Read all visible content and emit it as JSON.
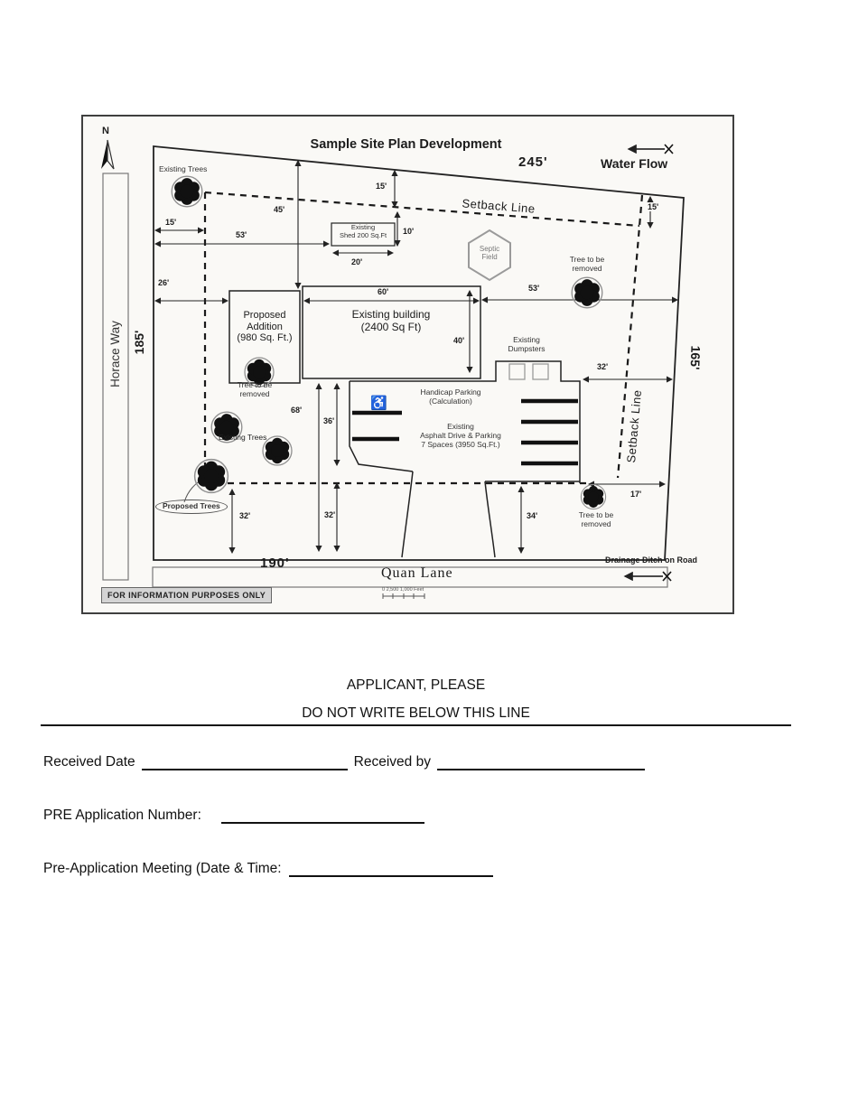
{
  "plan": {
    "title": "Sample Site Plan Development",
    "compass_n": "N",
    "streets": {
      "left": "Horace Way",
      "bottom": "Quan Lane"
    },
    "labels": {
      "water_flow": "Water Flow",
      "setback_top": "Setback Line",
      "setback_right": "Setback Line",
      "existing_trees_top": "Existing Trees",
      "existing_trees_mid": "Existing Trees",
      "proposed_trees": "Proposed Trees",
      "tree_removed_topright": "Tree to be\nremoved",
      "tree_removed_addition": "Tree to be\nremoved",
      "tree_removed_bottom": "Tree to be\nremoved",
      "shed": "Existing\nShed 200 Sq.Ft",
      "septic": "Septic\nField",
      "building": "Existing building\n(2400 Sq Ft)",
      "addition": "Proposed\nAddition\n(980 Sq. Ft.)",
      "dumpsters": "Existing\nDumpsters",
      "handicap": "Handicap Parking\n(Calculation)",
      "asphalt": "Existing\nAsphalt Drive & Parking\n7 Spaces (3950 Sq.Ft.)",
      "drainage": "Drainage Ditch on Road",
      "info_stamp": "FOR INFORMATION PURPOSES ONLY",
      "scale_text": "0   2,500 1,000 Feet"
    },
    "icons": {
      "handicap": "♿"
    },
    "dimensions": {
      "d245": "245'",
      "d190": "190'",
      "d185": "185'",
      "d165": "165'",
      "d15_top": "15'",
      "d15_left": "15'",
      "d15_right": "15'",
      "d45": "45'",
      "d53_left": "53'",
      "d53_right": "53'",
      "d10": "10'",
      "d20": "20'",
      "d26": "26'",
      "d60": "60'",
      "d40": "40'",
      "d32_right": "32'",
      "d32_mid": "32'",
      "d32_left": "32'",
      "d36": "36'",
      "d68": "68'",
      "d34": "34'",
      "d17": "17'"
    }
  },
  "form": {
    "notice_line1": "APPLICANT, PLEASE",
    "notice_line2": "DO NOT WRITE BELOW THIS LINE",
    "received_date_label": "Received Date",
    "received_by_label": "Received by",
    "pre_app_number_label": "PRE Application Number:",
    "pre_app_meeting_label": "Pre-Application Meeting (Date & Time:"
  }
}
